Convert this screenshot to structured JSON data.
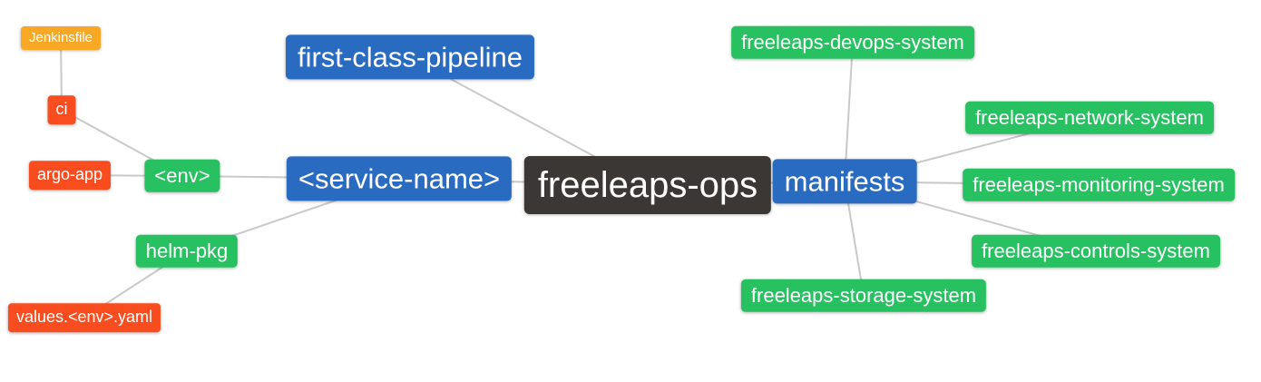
{
  "diagram": {
    "type": "mindmap",
    "root": "freeleaps_ops"
  },
  "palette": {
    "level0": "#3b3735",
    "level1": "#2a6bc2",
    "level2": "#27c161",
    "level3": "#f94c1f",
    "level4": "#f9a825",
    "edge": "#c9c9c9",
    "text": "#ffffff",
    "background": "#ffffff"
  },
  "nodes": {
    "freeleaps_ops": {
      "label": "freeleaps-ops",
      "level": 0
    },
    "first_class_pipeline": {
      "label": "first-class-pipeline",
      "level": 1
    },
    "service_name": {
      "label": "<service-name>",
      "level": 1
    },
    "manifests": {
      "label": "manifests",
      "level": 1
    },
    "env": {
      "label": "<env>",
      "level": 2
    },
    "helm_pkg": {
      "label": "helm-pkg",
      "level": 2
    },
    "devops_system": {
      "label": "freeleaps-devops-system",
      "level": 2
    },
    "network_system": {
      "label": "freeleaps-network-system",
      "level": 2
    },
    "monitoring_system": {
      "label": "freeleaps-monitoring-system",
      "level": 2
    },
    "controls_system": {
      "label": "freeleaps-controls-system",
      "level": 2
    },
    "storage_system": {
      "label": "freeleaps-storage-system",
      "level": 2
    },
    "ci": {
      "label": "ci",
      "level": 3
    },
    "argo_app": {
      "label": "argo-app",
      "level": 3
    },
    "values_env_yaml": {
      "label": "values.<env>.yaml",
      "level": 3
    },
    "jenkinsfile": {
      "label": "Jenkinsfile",
      "level": 4
    }
  },
  "edges": [
    {
      "from": "jenkinsfile",
      "to": "ci"
    },
    {
      "from": "ci",
      "to": "env"
    },
    {
      "from": "argo_app",
      "to": "env"
    },
    {
      "from": "env",
      "to": "service_name"
    },
    {
      "from": "helm_pkg",
      "to": "service_name"
    },
    {
      "from": "values_env_yaml",
      "to": "helm_pkg"
    },
    {
      "from": "service_name",
      "to": "freeleaps_ops"
    },
    {
      "from": "first_class_pipeline",
      "to": "freeleaps_ops"
    },
    {
      "from": "manifests",
      "to": "freeleaps_ops"
    },
    {
      "from": "devops_system",
      "to": "manifests"
    },
    {
      "from": "network_system",
      "to": "manifests"
    },
    {
      "from": "monitoring_system",
      "to": "manifests"
    },
    {
      "from": "controls_system",
      "to": "manifests"
    },
    {
      "from": "storage_system",
      "to": "manifests"
    }
  ]
}
